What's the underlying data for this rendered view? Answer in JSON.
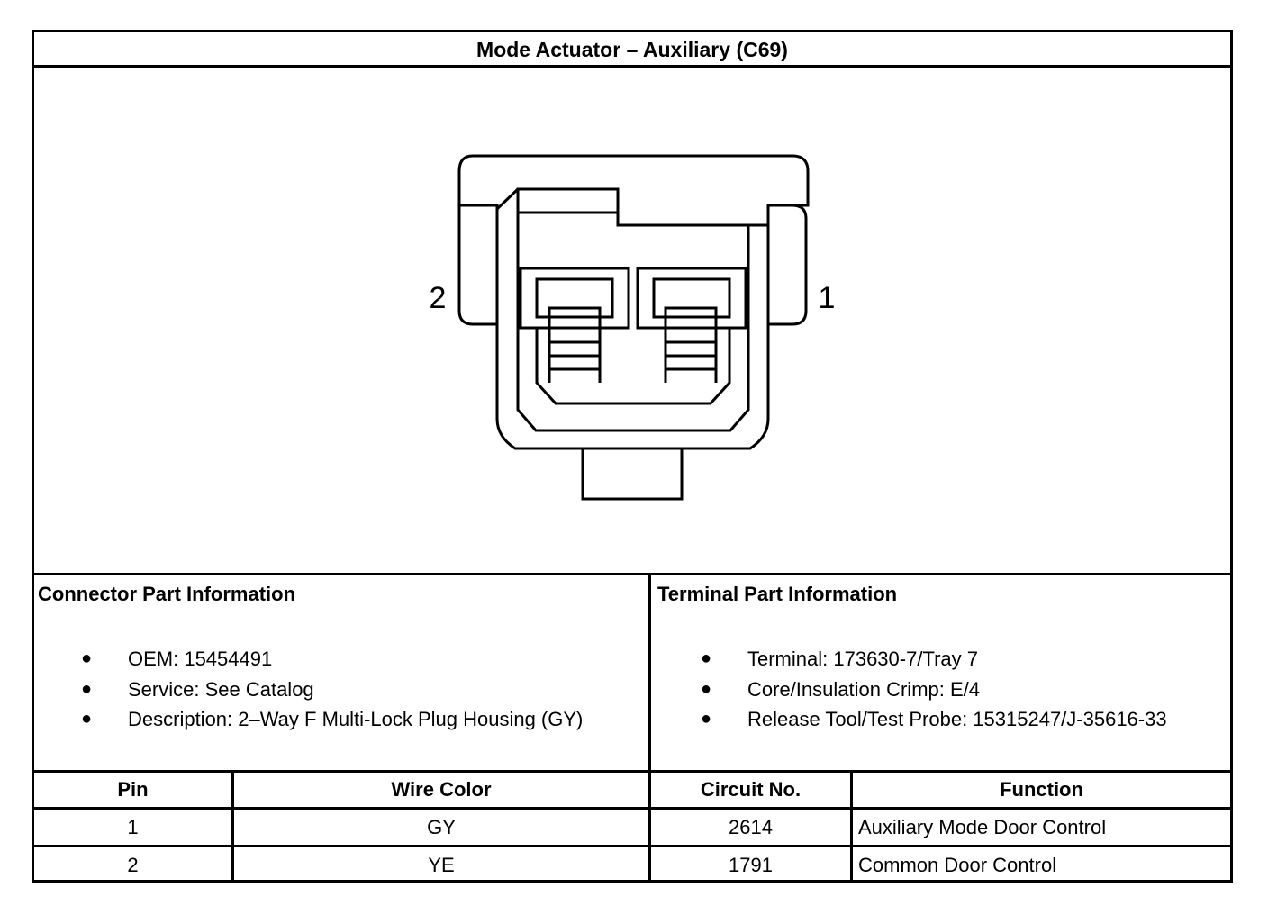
{
  "title": "Mode Actuator – Auxiliary (C69)",
  "diagram": {
    "pin_left_label": "2",
    "pin_right_label": "1"
  },
  "connector_info": {
    "heading": "Connector Part Information",
    "items": [
      "OEM: 15454491",
      "Service: See Catalog",
      "Description: 2–Way F Multi-Lock Plug Housing (GY)"
    ]
  },
  "terminal_info": {
    "heading": "Terminal Part Information",
    "items": [
      "Terminal: 173630-7/Tray 7",
      "Core/Insulation Crimp: E/4",
      "Release Tool/Test Probe: 15315247/J-35616-33"
    ]
  },
  "table": {
    "headers": [
      "Pin",
      "Wire Color",
      "Circuit No.",
      "Function"
    ],
    "rows": [
      [
        "1",
        "GY",
        "2614",
        "Auxiliary Mode Door Control"
      ],
      [
        "2",
        "YE",
        "1791",
        "Common Door Control"
      ]
    ]
  }
}
